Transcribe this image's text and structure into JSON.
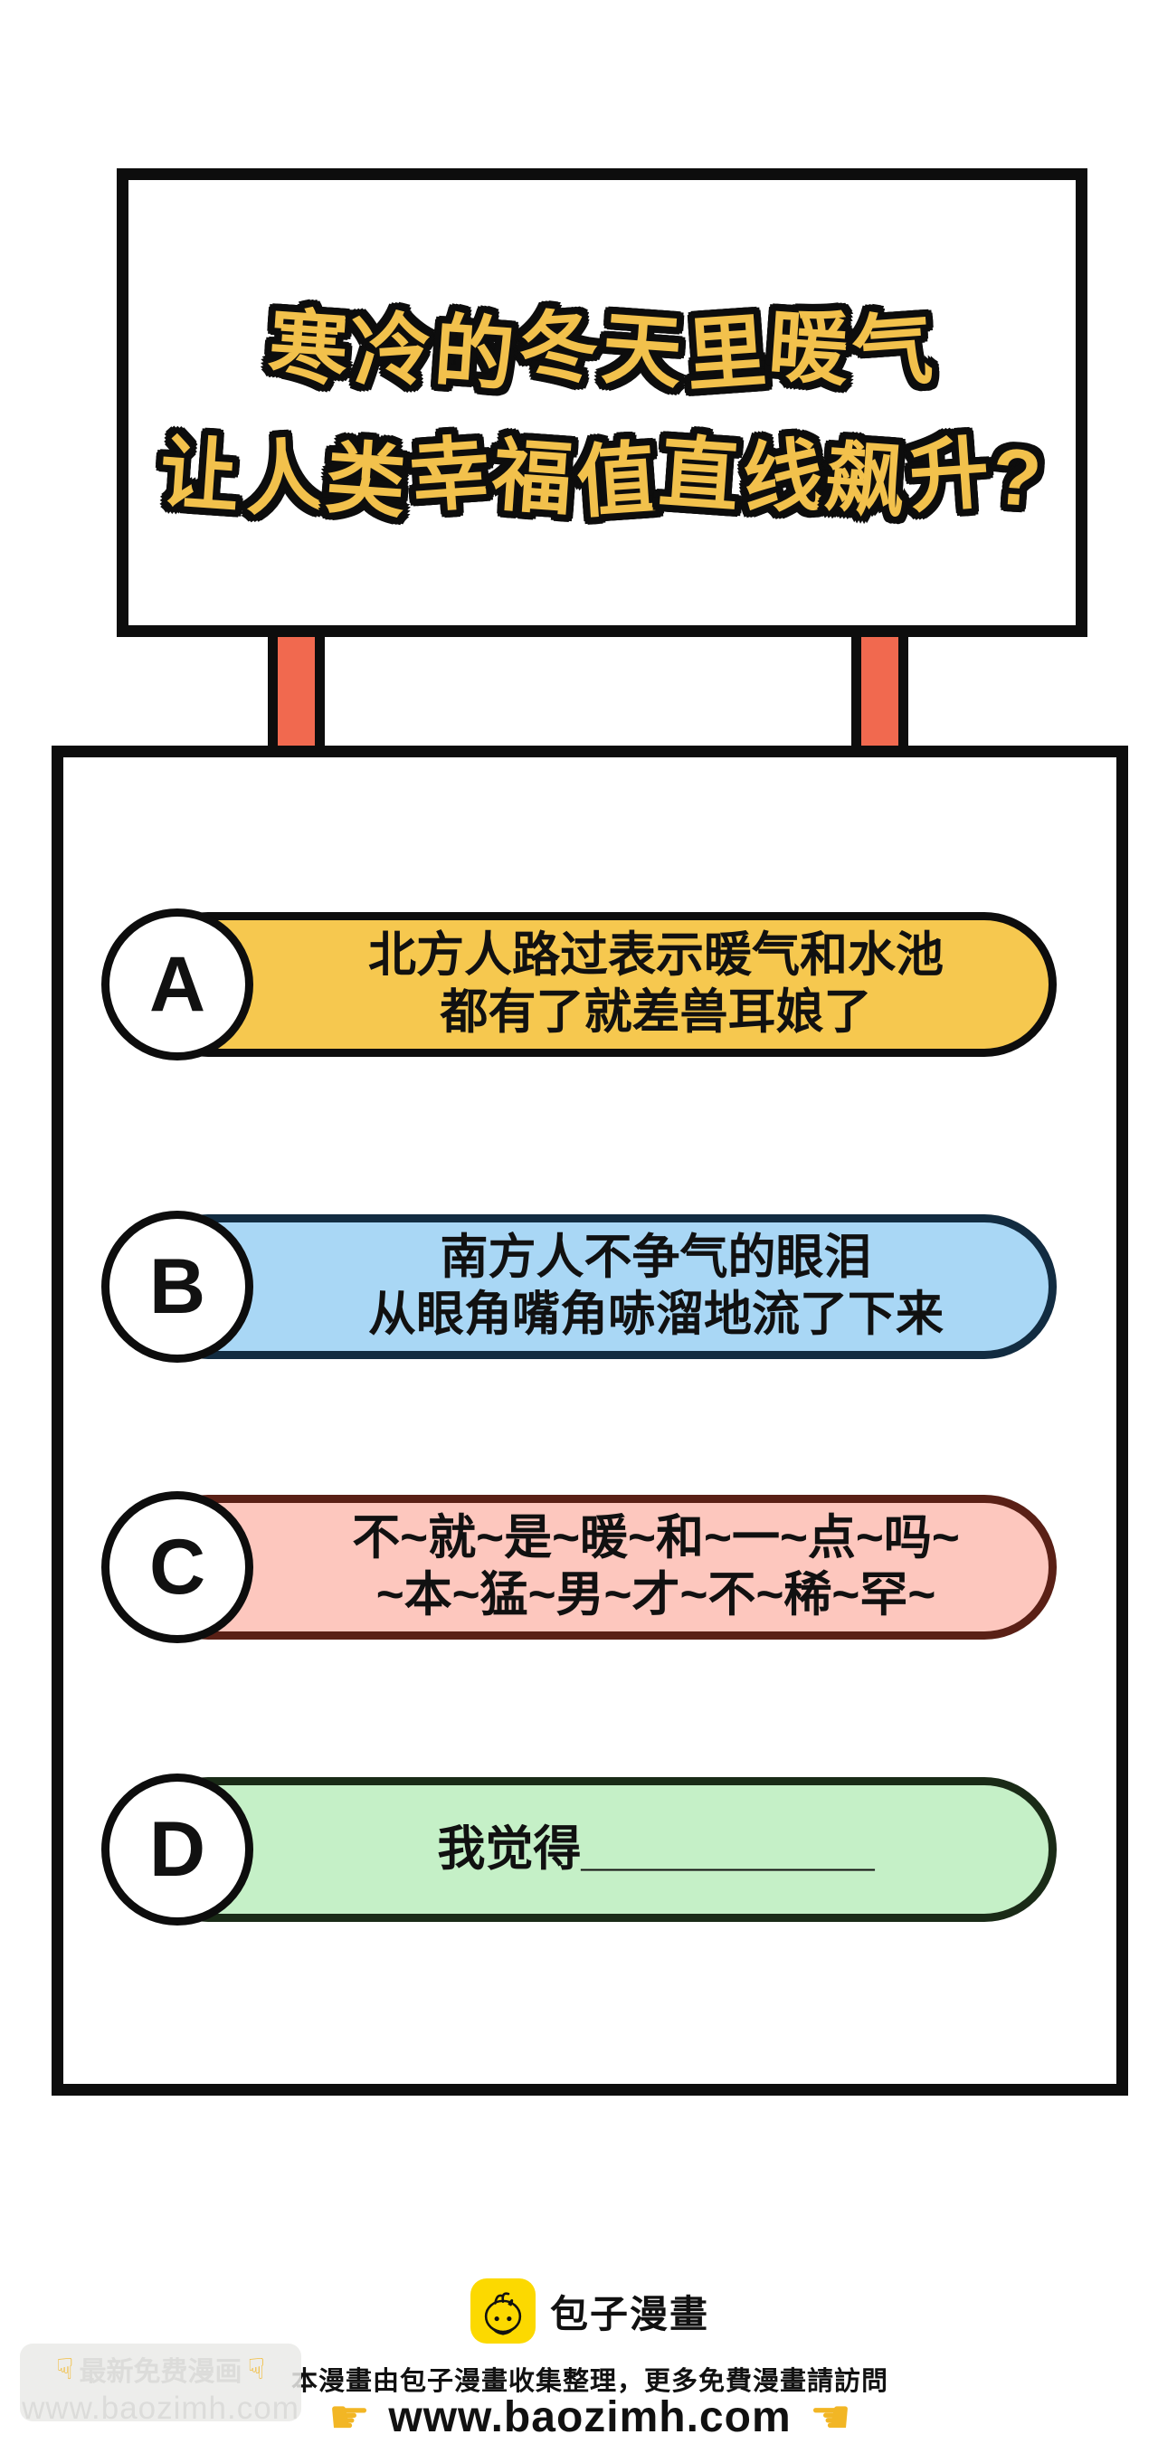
{
  "page": {
    "background": "#FFFFFF"
  },
  "question_board": {
    "title_line1": "寒冷的冬天里暖气",
    "title_line2": "让人类幸福值直线飙升?",
    "text_color": "#F2C14C",
    "outline_color": "#0D0D0D",
    "post_style": "background:#F1694F"
  },
  "options": [
    {
      "letter": "A",
      "line1": "北方人路过表示暖气和水池",
      "line2": "都有了就差兽耳娘了",
      "fill": "#F6C84F",
      "border_color": "#0D0D0D",
      "style": "background:#F6C84F;border-color:#0D0D0D"
    },
    {
      "letter": "B",
      "line1": "南方人不争气的眼泪",
      "line2": "从眼角嘴角哧溜地流了下来",
      "fill": "#A9D7F5",
      "border_color": "#122C41",
      "style": "background:#A9D7F5;border-color:#122C41"
    },
    {
      "letter": "C",
      "line1": "不~就~是~暖~和~一~点~吗~",
      "line2": "~本~猛~男~才~不~稀~罕~",
      "fill": "#FDC7BE",
      "border_color": "#5A2016",
      "style": "background:#FDC7BE;border-color:#5A2016"
    },
    {
      "letter": "D",
      "line1": "我觉得___________",
      "line2": "",
      "fill": "#C5F0C7",
      "border_color": "#1A2B17",
      "style": "background:#C5F0C7;border-color:#1A2B17"
    }
  ],
  "footer": {
    "brand_name": "包子漫畫",
    "info_line": "本漫畫由包子漫畫收集整理，更多免費漫畫請訪問",
    "url": "www.baozimh.com",
    "hand_left": "☛",
    "hand_right": "☚",
    "hand_color": "#F2B625",
    "logo_color": "#FCD900"
  },
  "watermark": {
    "hand": "☟",
    "line1": "最新免费漫画",
    "url": "www.baozimh.com",
    "text_color": "#DCDCDA"
  }
}
